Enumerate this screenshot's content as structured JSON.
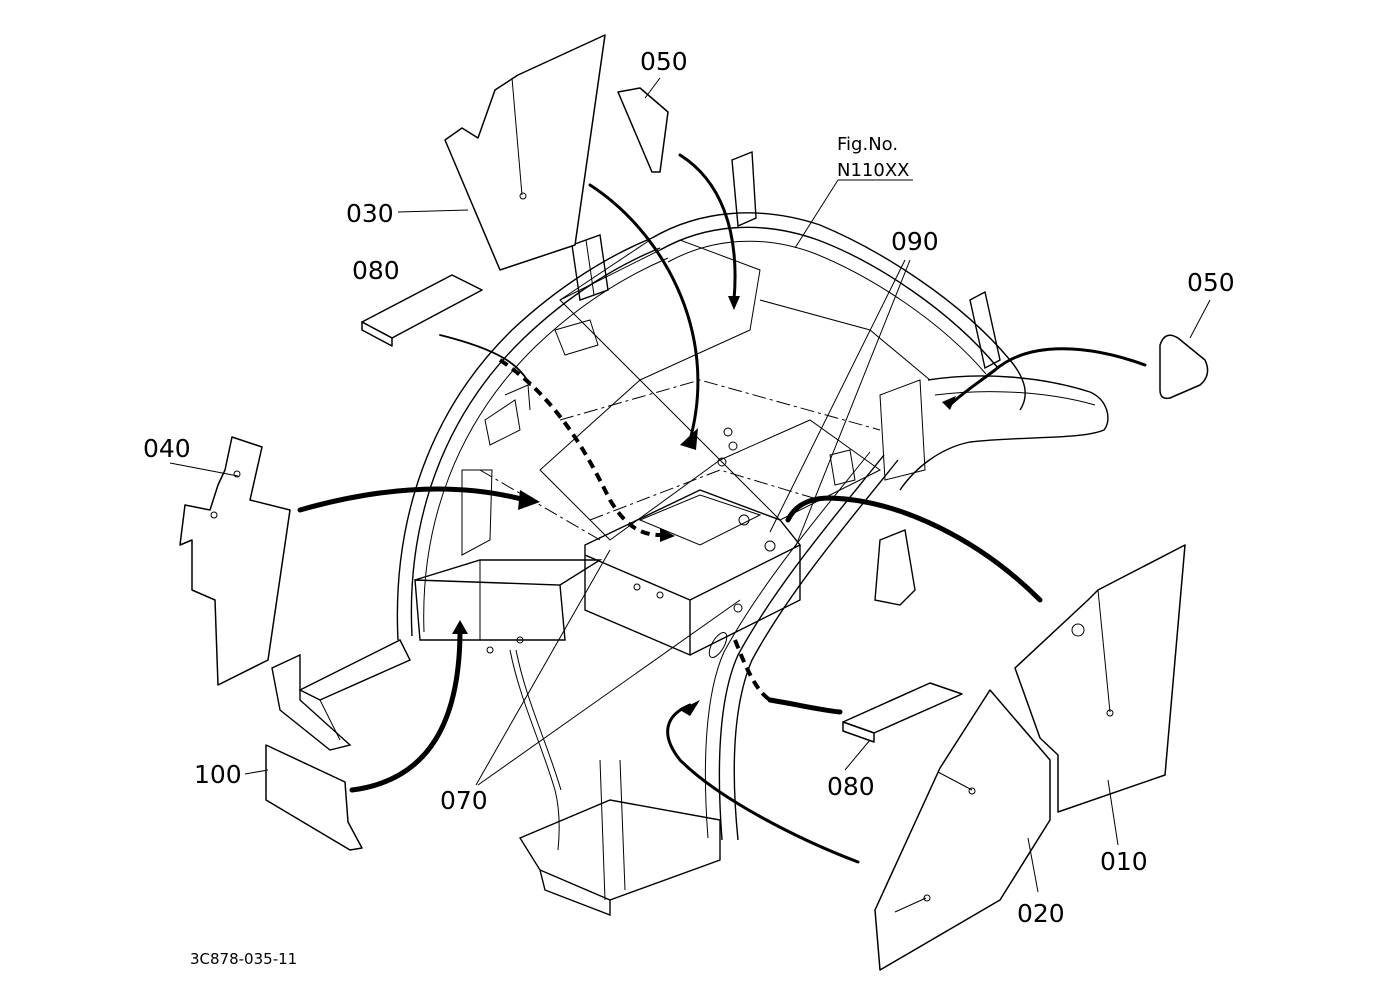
{
  "figure": {
    "fig_no_label": "Fig.No.",
    "fig_no_value": "N110XX",
    "drawing_code": "3C878-035-11"
  },
  "callouts": {
    "p010": "010",
    "p020": "020",
    "p030": "030",
    "p040": "040",
    "p050_top": "050",
    "p050_right": "050",
    "p070": "070",
    "p080_left": "080",
    "p080_right": "080",
    "p090": "090",
    "p100": "100"
  }
}
